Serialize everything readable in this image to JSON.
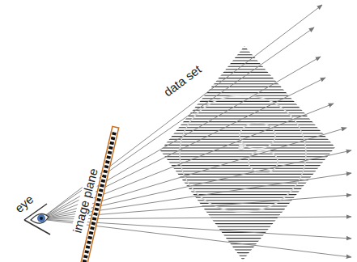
{
  "diagram": {
    "labels": [
      "eye",
      "image plane",
      "data set"
    ]
  }
}
